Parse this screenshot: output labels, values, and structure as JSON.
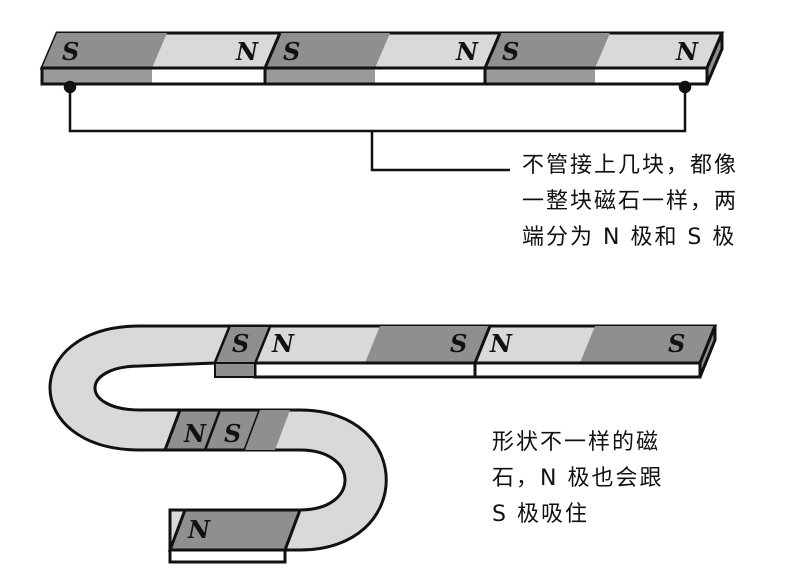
{
  "poles": {
    "top": [
      "S",
      "N",
      "S",
      "N",
      "S",
      "N"
    ],
    "bottom_row": [
      "S",
      "N",
      "S",
      "N",
      "S"
    ],
    "middle": [
      "N",
      "S"
    ],
    "end": "N"
  },
  "caption_top": {
    "line1": "不管接上几块，都像",
    "line2": "一整块磁石一样，两",
    "line3": "端分为 N 极和 S 极"
  },
  "caption_bottom": {
    "line1": "形状不一样的磁",
    "line2": "石，N 极也会跟",
    "line3": "S 极吸住"
  },
  "colors": {
    "dark_gray": "#8f8f8f",
    "light_gray": "#d9d9d9",
    "outline": "#111111"
  }
}
